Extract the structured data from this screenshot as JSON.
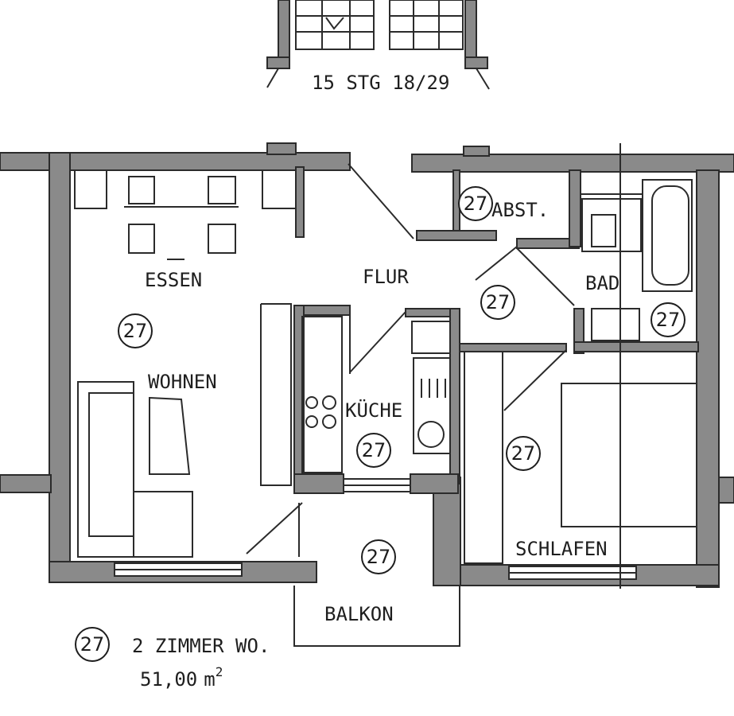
{
  "stair_label": "15 STG 18/29",
  "rooms": {
    "essen": "ESSEN",
    "flur": "FLUR",
    "abst": "ABST.",
    "bad": "BAD",
    "wohnen": "WOHNEN",
    "kueche": "KÜCHE",
    "schlafen": "SCHLAFEN",
    "balkon": "BALKON"
  },
  "unit_number": "27",
  "legend": {
    "number": "27",
    "type": "2 ZIMMER WO.",
    "area": "51,00",
    "area_unit": "m",
    "area_exp": "2"
  }
}
